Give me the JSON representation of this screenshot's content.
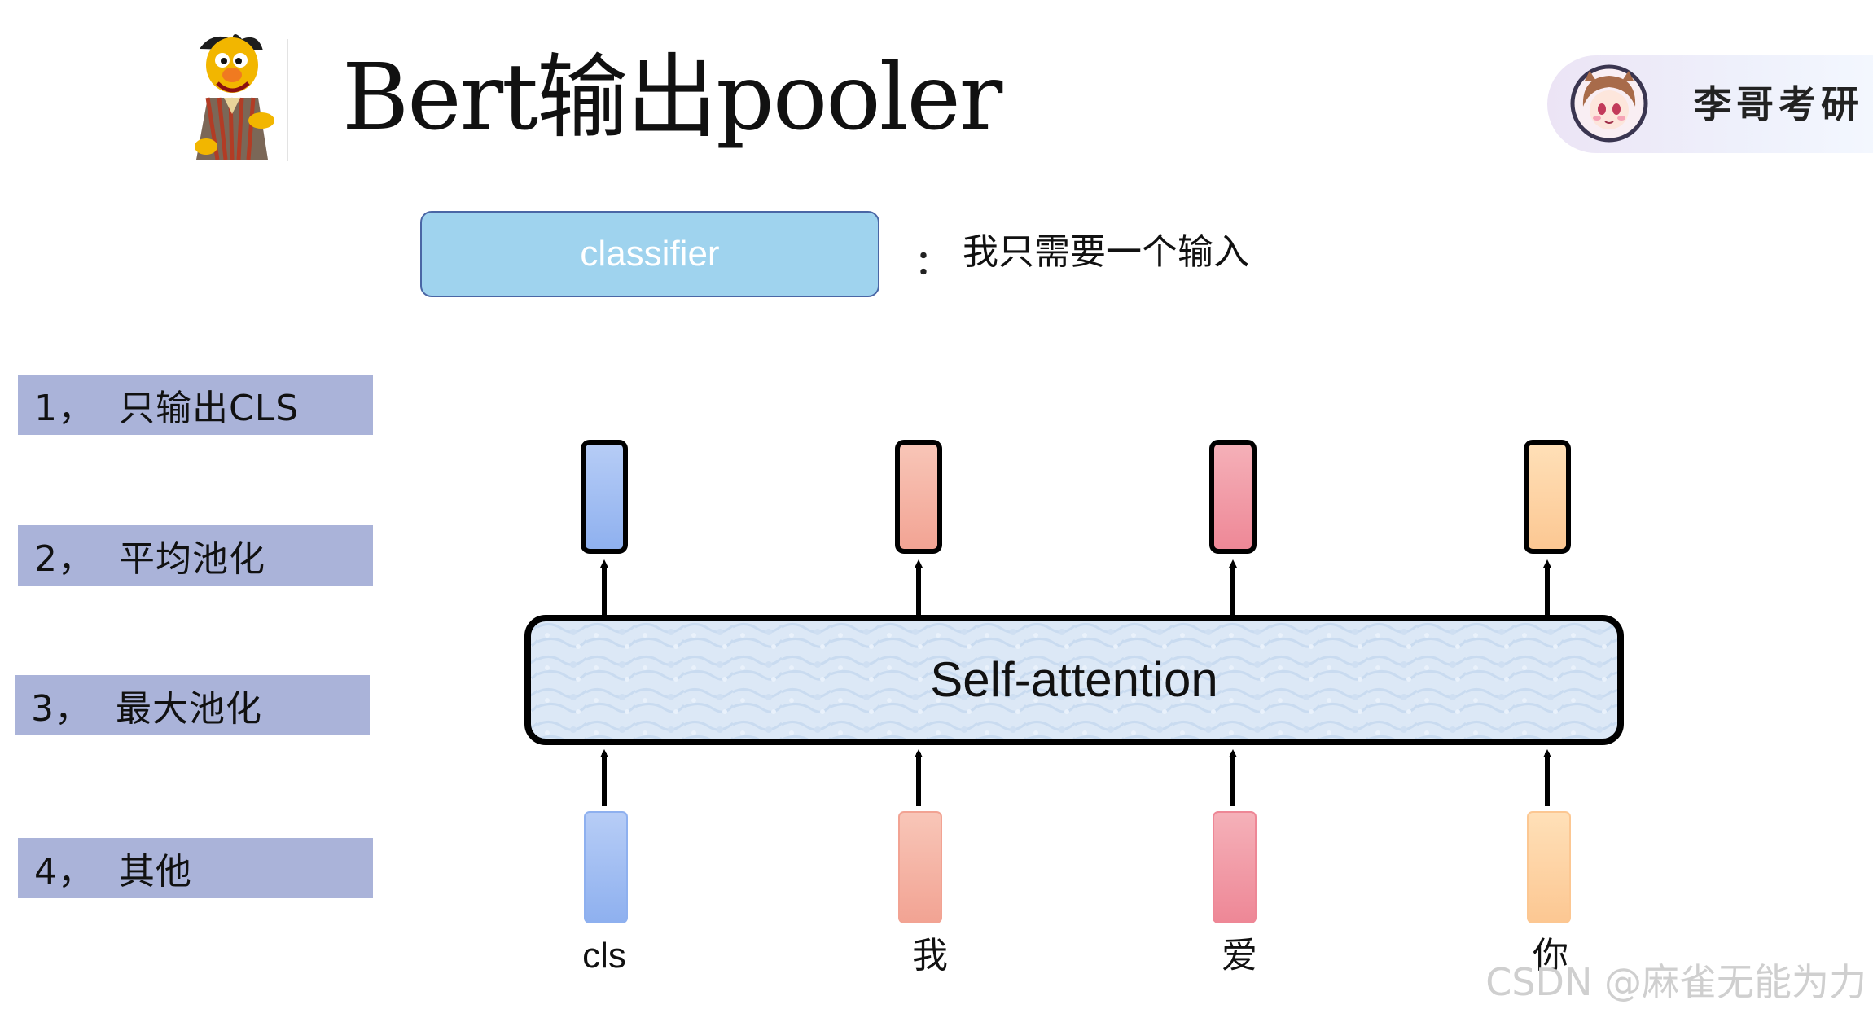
{
  "header": {
    "title": "Bert输出pooler",
    "author_name": "李哥考研"
  },
  "classifier": {
    "label": "classifier",
    "colon": "：",
    "note": "我只需要一个输入"
  },
  "options": [
    {
      "label": "1，  只输出CLS"
    },
    {
      "label": "2，  平均池化"
    },
    {
      "label": "3，  最大池化"
    },
    {
      "label": "4，  其他"
    }
  ],
  "diagram": {
    "block_label": "Self-attention",
    "tokens": [
      {
        "label": "cls",
        "color_top": "#b7cdf6",
        "color_bottom": "#8eb0ef"
      },
      {
        "label": "我",
        "color_top": "#f8c6b8",
        "color_bottom": "#f2a393"
      },
      {
        "label": "爱",
        "color_top": "#f5b1b9",
        "color_bottom": "#ee8796"
      },
      {
        "label": "你",
        "color_top": "#ffe0b8",
        "color_bottom": "#fcc792"
      }
    ]
  },
  "watermark": "CSDN @麻雀无能为力",
  "colors": {
    "option_bg": "#aab3d9",
    "classifier_bg": "#9fd3ee",
    "block_bg": "#dce8f6"
  }
}
